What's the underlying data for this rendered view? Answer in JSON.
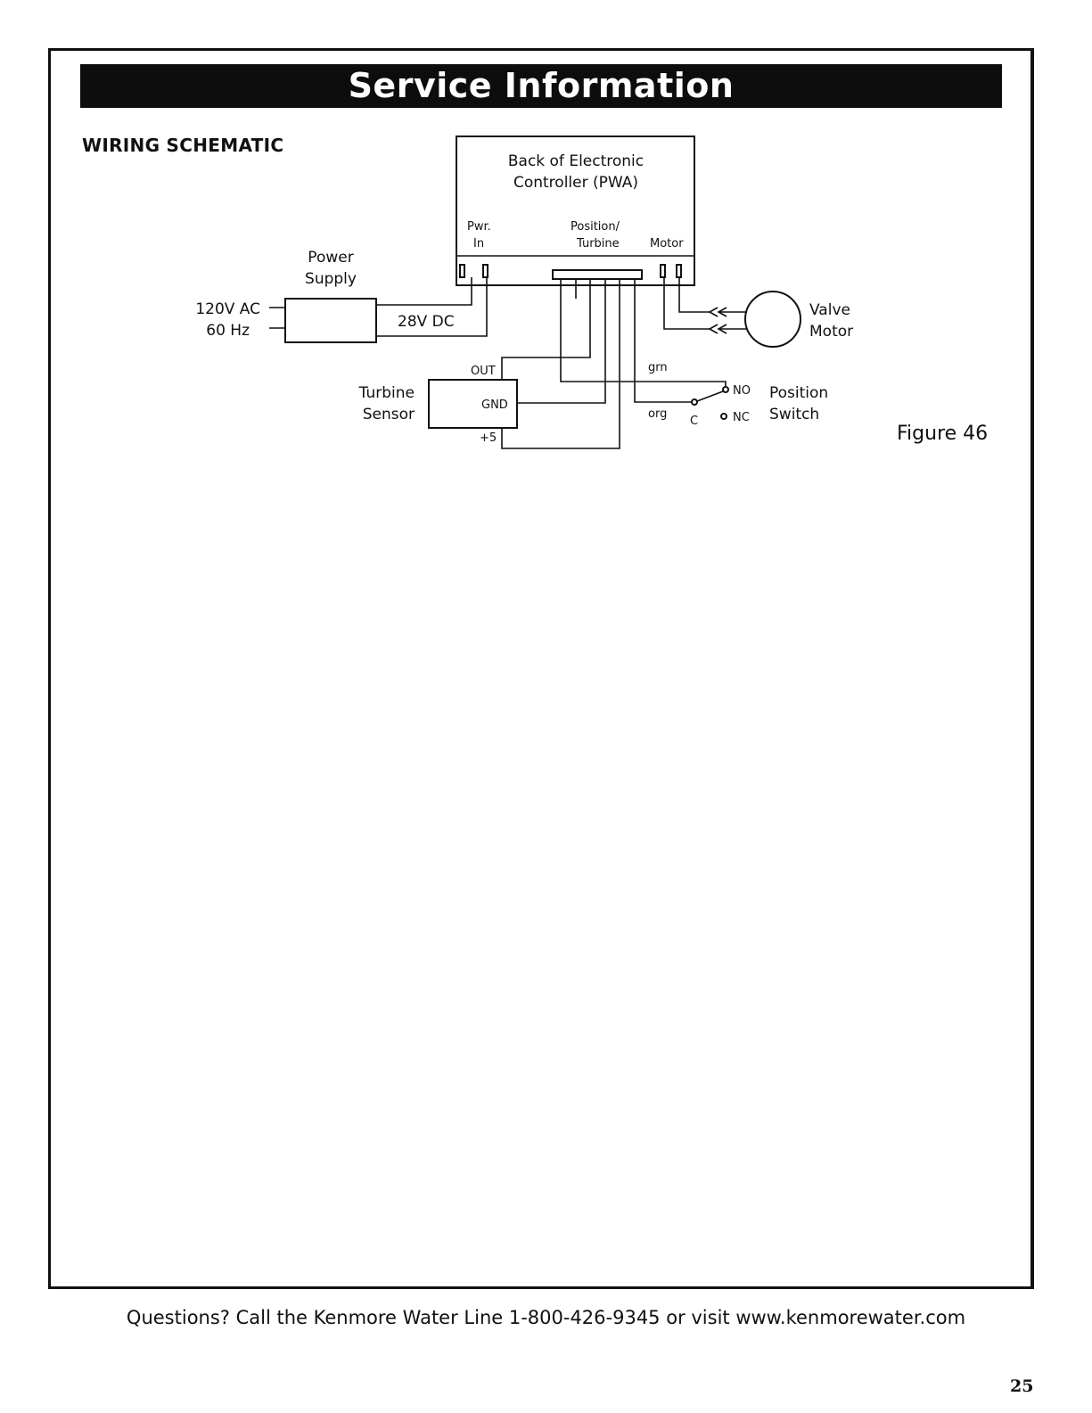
{
  "header": {
    "title": "Service Information"
  },
  "section": {
    "title": "WIRING SCHEMATIC"
  },
  "schematic": {
    "controller_title_line1": "Back of Electronic",
    "controller_title_line2": "Controller (PWA)",
    "pwr_in_line1": "Pwr.",
    "pwr_in_line2": "In",
    "position_turbine_line1": "Position/",
    "position_turbine_line2": "Turbine",
    "motor_label": "Motor",
    "power_supply_line1": "Power",
    "power_supply_line2": "Supply",
    "input_voltage": "120V AC",
    "input_freq": "60 Hz",
    "output_voltage": "28V DC",
    "valve_motor_line1": "Valve",
    "valve_motor_line2": "Motor",
    "turbine_sensor_line1": "Turbine",
    "turbine_sensor_line2": "Sensor",
    "pin_out": "OUT",
    "pin_gnd": "GND",
    "pin_plus5": "+5",
    "wire_grn": "grn",
    "wire_org": "org",
    "switch_c": "C",
    "switch_no": "NO",
    "switch_nc": "NC",
    "position_switch_line1": "Position",
    "position_switch_line2": "Switch"
  },
  "figure": {
    "label": "Figure 46"
  },
  "footer": {
    "text": "Questions? Call the Kenmore Water Line 1-800-426-9345 or visit www.kenmorewater.com"
  },
  "page": {
    "number": "25"
  }
}
